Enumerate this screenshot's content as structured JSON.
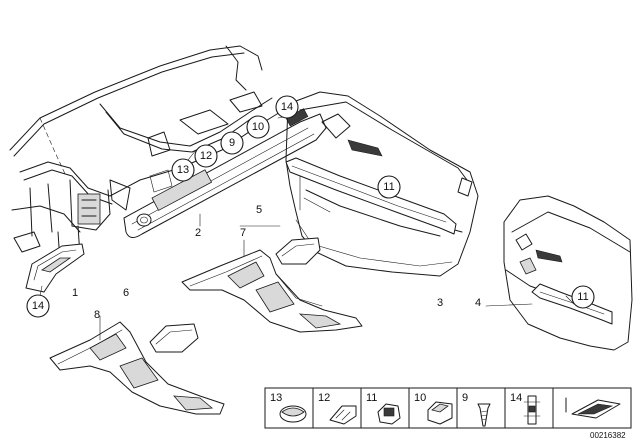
{
  "callouts": {
    "c14a": "14",
    "c13": "13",
    "c12": "12",
    "c9": "9",
    "c10": "10",
    "c11a": "11",
    "c11b": "11",
    "c14b": "14"
  },
  "labels": {
    "l1": "1",
    "l2": "2",
    "l3": "3",
    "l4": "4",
    "l5": "5",
    "l6": "6",
    "l7": "7",
    "l8": "8"
  },
  "legend": {
    "items": [
      {
        "num": "13",
        "icon": "cap-part-icon"
      },
      {
        "num": "12",
        "icon": "clip-part-icon"
      },
      {
        "num": "11",
        "icon": "retainer-part-icon"
      },
      {
        "num": "10",
        "icon": "clip-part-icon"
      },
      {
        "num": "9",
        "icon": "screw-part-icon"
      },
      {
        "num": "14",
        "icon": "bracket-part-icon"
      }
    ]
  },
  "diagram_id": "00216382"
}
